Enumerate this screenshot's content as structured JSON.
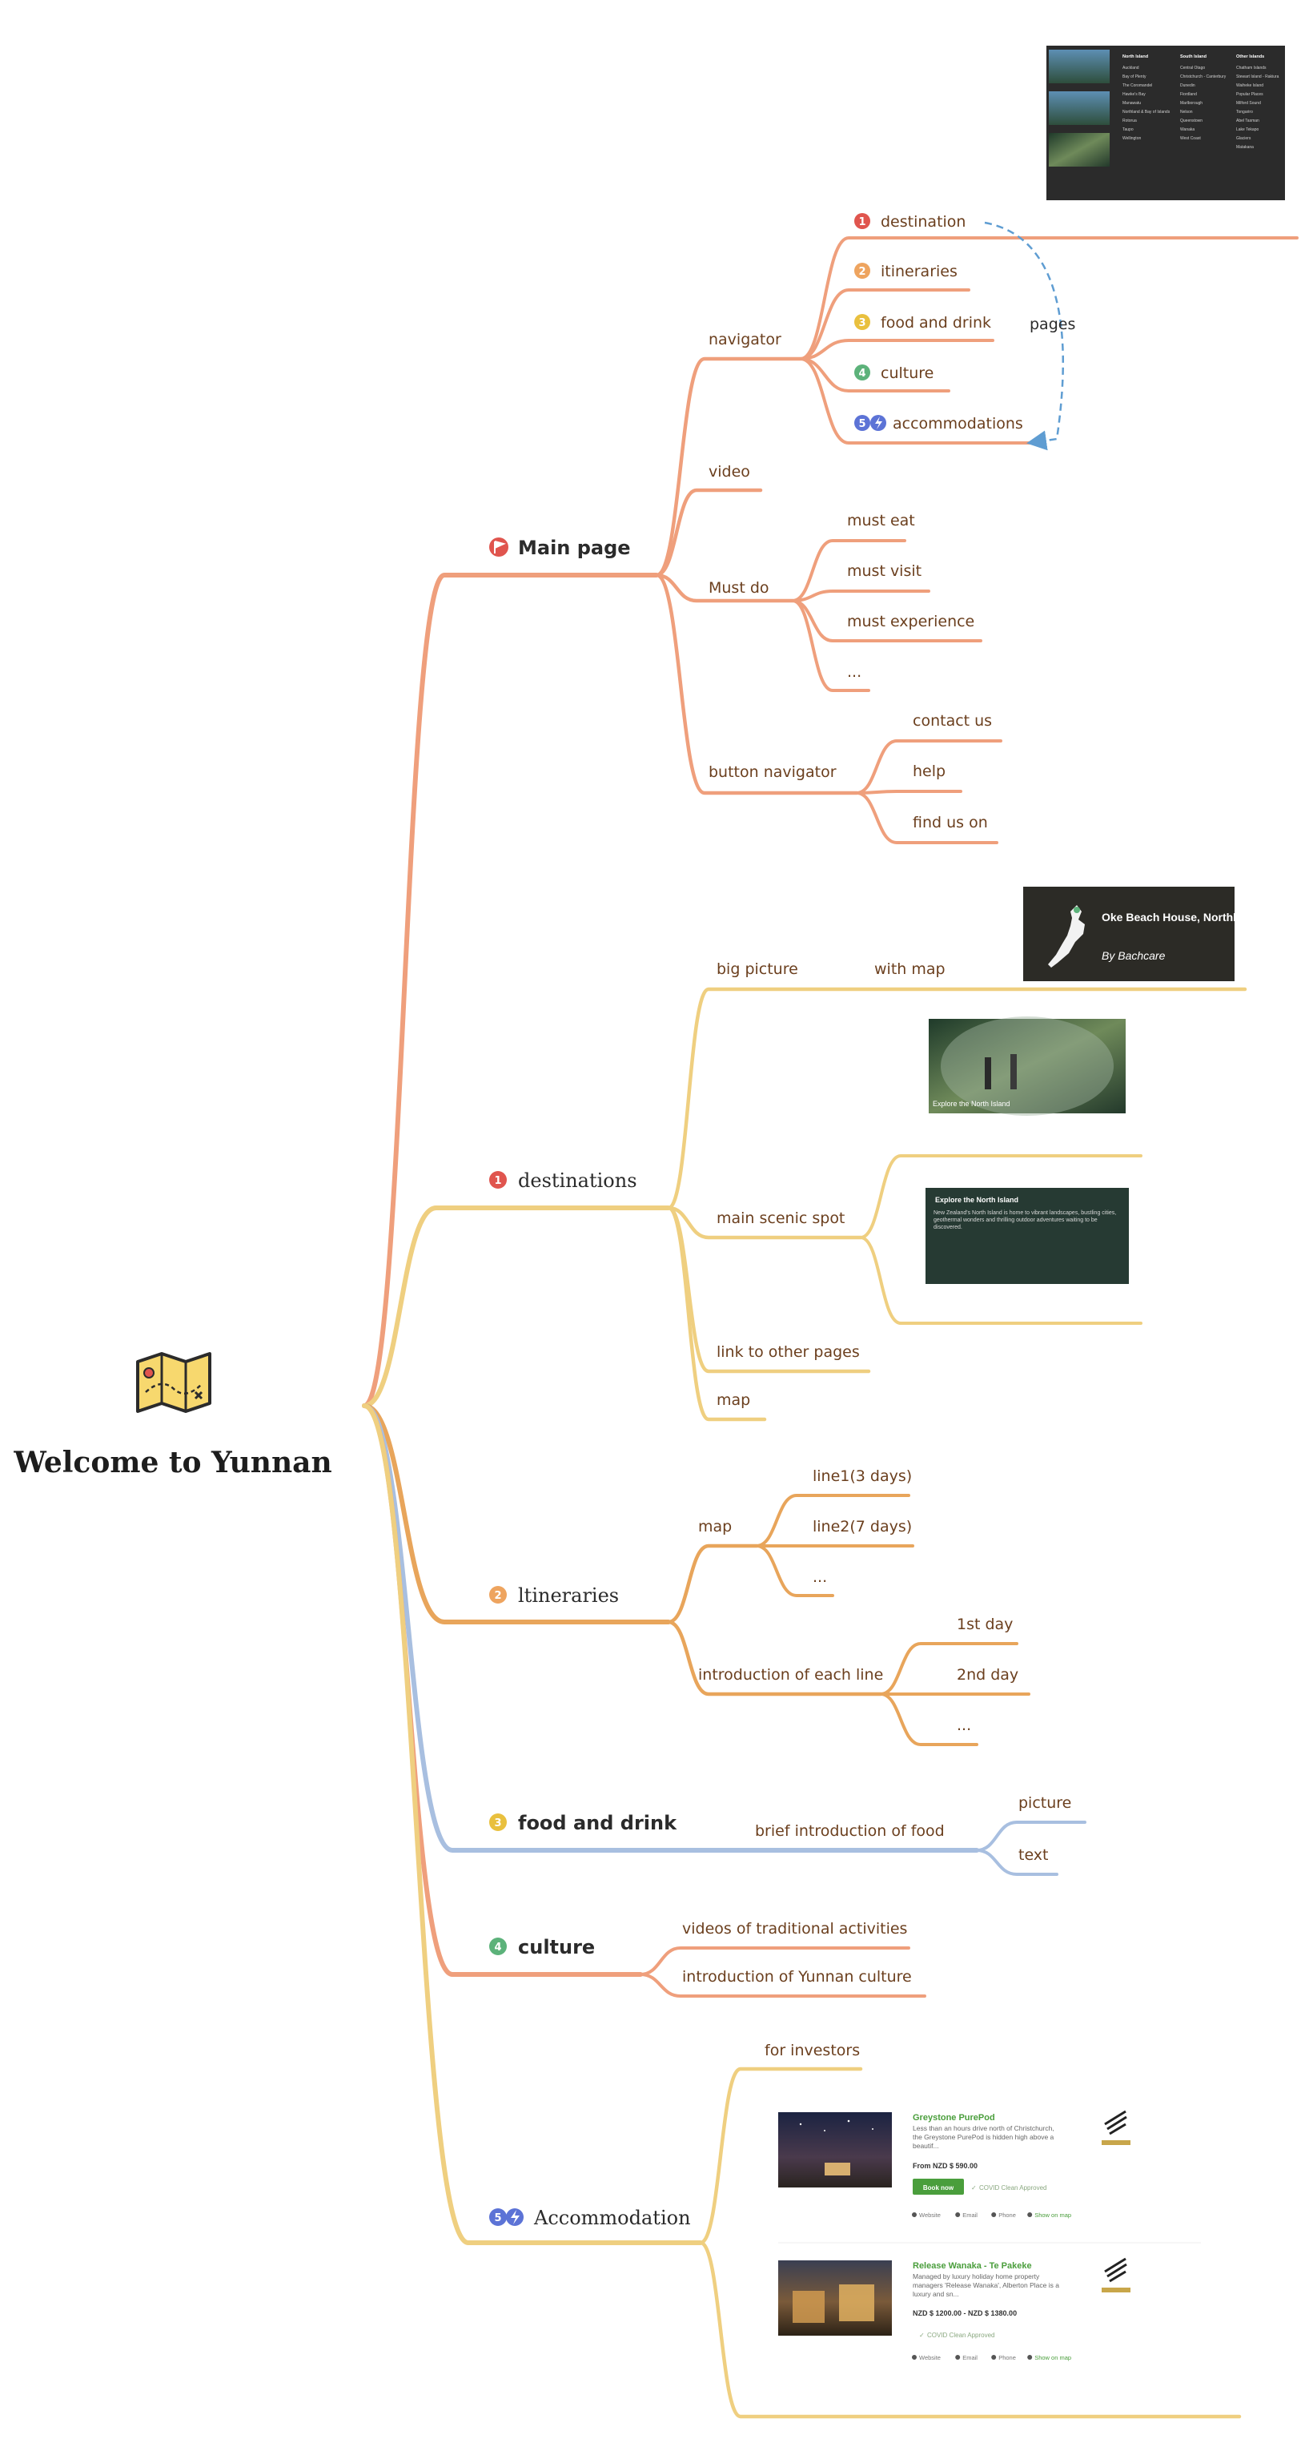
{
  "root": {
    "title": "Welcome to Yunnan",
    "icon": "folded-map-icon"
  },
  "colors": {
    "salmon": "#ef9f7c",
    "sand": "#efcf80",
    "orange": "#e8a55b",
    "blue": "#a8bfe0",
    "marker_red": "#e0554e",
    "marker_orange": "#eea45f",
    "marker_yellow": "#e9c03e",
    "marker_green": "#5cb27a",
    "marker_blue": "#5c73d6",
    "label": "#6b3f1e",
    "relation": "#5f9dd2"
  },
  "branches": {
    "main_page": {
      "label": "Main page",
      "marker": "flag-icon",
      "navigator": {
        "label": "navigator",
        "items": [
          {
            "marker": "1",
            "label": "destination"
          },
          {
            "marker": "2",
            "label": "itineraries"
          },
          {
            "marker": "3",
            "label": "food and drink"
          },
          {
            "marker": "4",
            "label": "culture"
          },
          {
            "marker": "5",
            "label": "accommodations"
          }
        ]
      },
      "relation_label": "pages",
      "video": "video",
      "must_do": {
        "label": "Must do",
        "items": [
          "must eat",
          "must visit",
          "must experience",
          "..."
        ]
      },
      "button_navigator": {
        "label": "button navigator",
        "items": [
          "contact us",
          "help",
          "find us on"
        ]
      },
      "menu_screenshot": {
        "columns": [
          {
            "heading": "North Island",
            "items": [
              "Auckland",
              "Bay of Plenty",
              "The Coromandel",
              "Hawke's Bay",
              "Manawatu",
              "Northland & Bay of Islands",
              "Rotorua",
              "Taupo",
              "Wellington"
            ]
          },
          {
            "heading": "South Island",
            "items": [
              "Central Otago",
              "Christchurch - Canterbury",
              "Dunedin",
              "Fiordland",
              "Marlborough",
              "Nelson",
              "Queenstown",
              "Wanaka",
              "West Coast"
            ]
          },
          {
            "heading": "Other Islands",
            "items": [
              "Chatham Islands",
              "Stewart Island - Rakiura",
              "Waiheke Island",
              "Popular Places",
              "Milford Sound",
              "Tongariro",
              "Abel Tasman",
              "Lake Tekapo",
              "Glaciers",
              "Matakana"
            ]
          }
        ]
      }
    },
    "destinations": {
      "marker": "1",
      "label": "destinations",
      "big_picture": "big picture",
      "with_map": "with map",
      "main_scenic_spot": "main scenic spot",
      "link": "link to other pages",
      "map": "map",
      "card1": {
        "title": "Oke Beach House, Northland & Bay of Islands",
        "byline": "By Bachcare"
      },
      "card2": {
        "caption": "Explore the North Island"
      },
      "card3": {
        "title": "Explore the North Island",
        "text": "New Zealand's North Island is home to vibrant landscapes, bustling cities, geothermal wonders and thrilling outdoor adventures waiting to be discovered."
      }
    },
    "itineraries": {
      "marker": "2",
      "label": "ltineraries",
      "map": {
        "label": "map",
        "items": [
          "line1(3 days)",
          "line2(7 days)",
          "..."
        ]
      },
      "intro": {
        "label": "introduction of each line",
        "items": [
          "1st day",
          "2nd day",
          "..."
        ]
      }
    },
    "food": {
      "marker": "3",
      "label": "food and drink",
      "brief": "brief introduction of food",
      "items": [
        "picture",
        "text"
      ]
    },
    "culture": {
      "marker": "4",
      "label": "culture",
      "items": [
        "videos of traditional activities",
        "introduction of Yunnan culture"
      ]
    },
    "accommodation": {
      "marker": "5",
      "label": "Accommodation",
      "investors": "for investors",
      "listings": [
        {
          "title": "Greystone PurePod",
          "desc": "Less than an hours drive north of Christchurch, the Greystone PurePod is hidden high above a beautif...",
          "price": "From NZD $ 590.00",
          "book": "Book now",
          "covid": "COVID Clean Approved",
          "links": [
            "Website",
            "Email",
            "Phone",
            "Show on map"
          ]
        },
        {
          "title": "Release Wanaka - Te Pakeke",
          "desc": "Managed by luxury holiday home property managers 'Release Wanaka', Alberton Place is a luxury and sn...",
          "price": "NZD $ 1200.00 - NZD $ 1380.00",
          "covid": "COVID Clean Approved",
          "links": [
            "Website",
            "Email",
            "Phone",
            "Show on map"
          ]
        }
      ]
    }
  }
}
